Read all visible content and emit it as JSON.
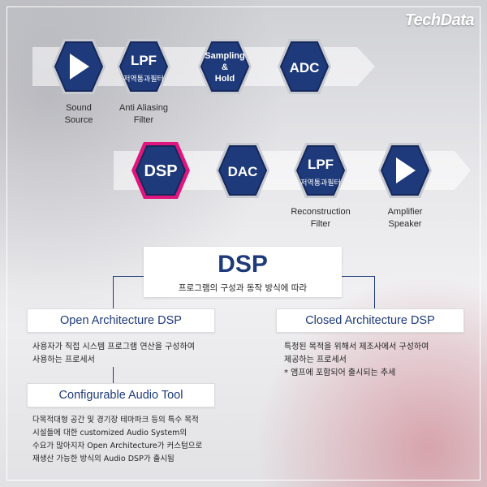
{
  "brand": {
    "logo": "TechData"
  },
  "flow_row1": [
    {
      "icon": "play-icon",
      "caption": [
        "Sound",
        "Source"
      ]
    },
    {
      "title": "LPF",
      "subtitle": "저역통과필터",
      "caption": [
        "Anti Aliasing",
        "Filter"
      ]
    },
    {
      "lines": [
        "Sampling",
        "&",
        "Hold"
      ]
    },
    {
      "title": "ADC"
    }
  ],
  "flow_row2": [
    {
      "title": "DSP",
      "highlight": true
    },
    {
      "title": "DAC"
    },
    {
      "title": "LPF",
      "subtitle": "저역통과필터",
      "caption": [
        "Reconstruction",
        "Filter"
      ]
    },
    {
      "icon": "play-icon",
      "caption": [
        "Amplifier",
        "Speaker"
      ]
    }
  ],
  "dsp_box": {
    "title": "DSP",
    "subtitle": "프로그램의 구성과 동작 방식에 따라"
  },
  "open": {
    "label": "Open Architecture DSP",
    "desc": [
      "사용자가 직접 시스템 프로그램 연산을 구성하여",
      "사용하는 프로세서"
    ]
  },
  "closed": {
    "label": "Closed Architecture DSP",
    "desc": [
      "특정된 목적을 위해서 제조사에서 구성하여",
      "제공하는 프로세서",
      "* 앰프에 포함되어 출시되는 추세"
    ]
  },
  "tool": {
    "label": "Configurable Audio Tool",
    "desc": [
      "다목적대형 공간 및 경기장 테마파크 등의 특수 목적",
      "시설들에 대한 customized Audio System의",
      "수요가 많아지자 Open Architecture가 커스텀으로",
      "재생산 가능한 방식의 Audio DSP가 출시됨"
    ]
  },
  "colors": {
    "hex_fill": "#1e3a7a",
    "hex_outer": "#16285a",
    "highlight": "#e0157e",
    "accent_text": "#1e3a7a"
  }
}
